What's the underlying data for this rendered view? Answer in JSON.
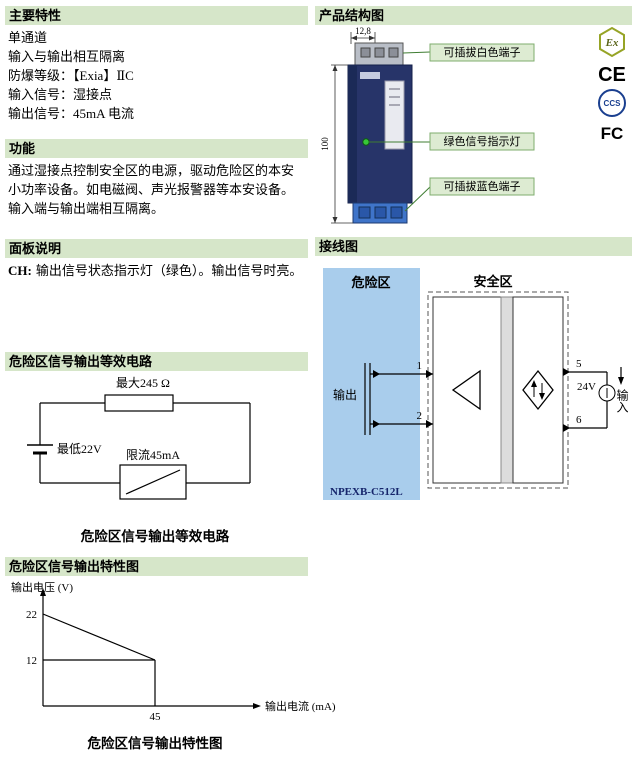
{
  "left": {
    "features": {
      "title": "主要特性",
      "items": [
        "单通道",
        "输入与输出相互隔离",
        "防爆等级：【Exia】ⅡC",
        "输入信号：湿接点",
        "输出信号：45mA 电流"
      ]
    },
    "function": {
      "title": "功能",
      "lines": [
        "通过湿接点控制安全区的电源，驱动危险区的本安",
        "小功率设备。如电磁阀、声光报警器等本安设备。",
        "输入端与输出端相互隔离。"
      ]
    },
    "panel": {
      "title": "面板说明",
      "label": "CH:",
      "text": "输出信号状态指示灯（绿色）。输出信号时亮。"
    },
    "equiv": {
      "title": "危险区信号输出等效电路",
      "resistor": "最大245 Ω",
      "battery": "最低22V",
      "limiter": "限流45mA",
      "caption": "危险区信号输出等效电路"
    },
    "charfig": {
      "title": "危险区信号输出特性图",
      "ylabel": "输出电压 (V)",
      "xlabel": "输出电流 (mA)",
      "tick22": "22",
      "tick12": "12",
      "tick45": "45",
      "caption": "危险区信号输出特性图"
    }
  },
  "right": {
    "structure": {
      "title": "产品结构图",
      "dim_w": "12,8",
      "dim_h": "100",
      "callout_white": "可插拔白色端子",
      "callout_led": "绿色信号指示灯",
      "callout_blue": "可插拔蓝色端子",
      "cert_ex": "Ex",
      "cert_ce": "CE",
      "cert_ccs": "CCS",
      "cert_fcc": "FC"
    },
    "wiring": {
      "title": "接线图",
      "hazard": "危险区",
      "safe": "安全区",
      "output": "输出",
      "input": "输入",
      "model": "NPEXB-C512L",
      "t1": "1",
      "t2": "2",
      "t5": "5",
      "t6": "6",
      "supply": "24V"
    }
  },
  "chart_data": {
    "type": "line",
    "title": "危险区信号输出特性图",
    "xlabel": "输出电流 (mA)",
    "ylabel": "输出电压 (V)",
    "x": [
      0,
      45,
      45
    ],
    "y": [
      22,
      12,
      0
    ],
    "x_ticks": [
      45
    ],
    "y_ticks": [
      12,
      22
    ],
    "grid": false,
    "legend": false
  }
}
